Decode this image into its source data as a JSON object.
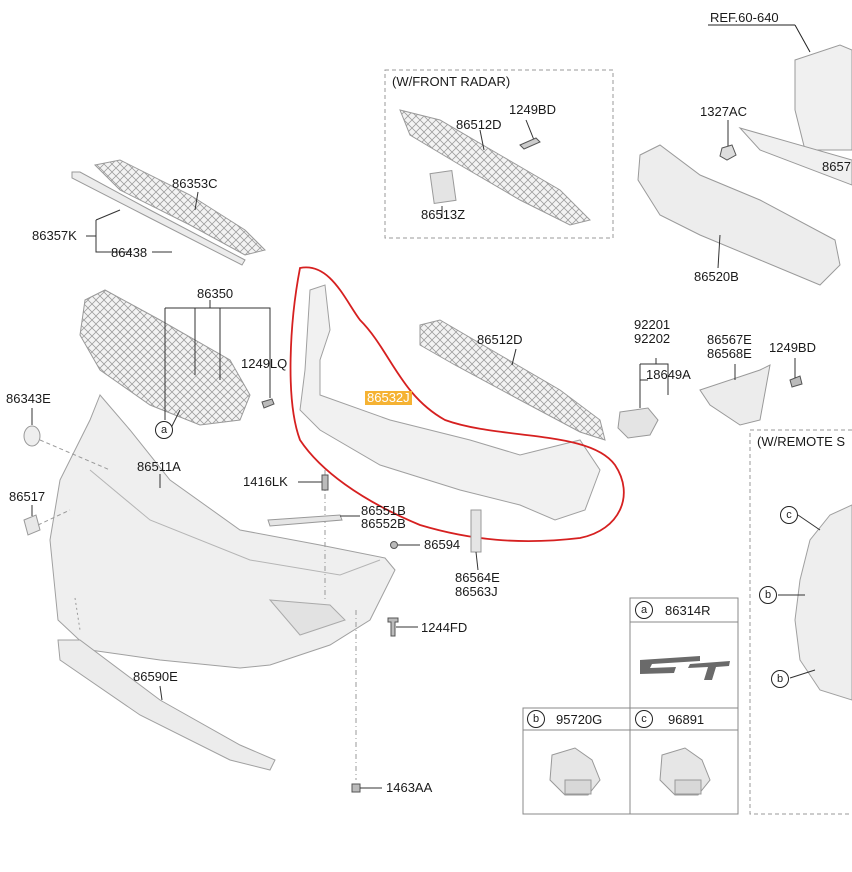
{
  "labels": {
    "ref": "REF.60-640",
    "front_radar_title": "(W/FRONT RADAR)",
    "remote_title": "(W/REMOTE S",
    "p86512D_top": "86512D",
    "p1249BD_top": "1249BD",
    "p86513Z": "86513Z",
    "p1327AC": "1327AC",
    "p8657": "8657",
    "p86520B": "86520B",
    "p86353C": "86353C",
    "p86357K": "86357K",
    "p86438": "86438",
    "p86350": "86350",
    "p1249LQ": "1249LQ",
    "p86343E": "86343E",
    "p86511A": "86511A",
    "p86517": "86517",
    "p1416LK": "1416LK",
    "p86551B": "86551B",
    "p86552B": "86552B",
    "p86594": "86594",
    "p86564E": "86564E",
    "p86563J": "86563J",
    "p1244FD": "1244FD",
    "p86590E": "86590E",
    "p1463AA": "1463AA",
    "p86532J": "86532J",
    "p86512D_mid": "86512D",
    "p92201": "92201",
    "p92202": "92202",
    "p18649A": "18649A",
    "p86567E": "86567E",
    "p86568E": "86568E",
    "p1249BD_right": "1249BD"
  },
  "legend": {
    "a_letter": "a",
    "a_part": "86314R",
    "b_letter": "b",
    "b_part": "95720G",
    "c_letter": "c",
    "c_part": "96891",
    "logo_text": "GT"
  },
  "callouts": {
    "a": "a",
    "b": "b",
    "c": "c"
  },
  "colors": {
    "highlight": "#f5b233",
    "circle_annotation": "#d62020",
    "part_fill": "#eeeeee",
    "part_stroke": "#9a9a9a"
  }
}
